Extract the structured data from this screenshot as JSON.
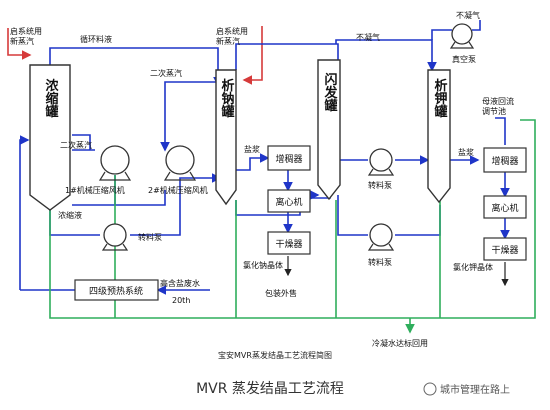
{
  "vessels": {
    "nongsuo": "浓缩罐",
    "xina": "析钠罐",
    "shanfa": "闪发罐",
    "xijia": "析钾罐"
  },
  "boxes": {
    "zengchouqi1": "增稠器",
    "lixinji1": "离心机",
    "ganzaoqi1": "干燥器",
    "zengchouqi2": "增稠器",
    "lixinji2": "离心机",
    "ganzaoqi2": "干燥器",
    "yure": "四级预热系统"
  },
  "labels": {
    "qixitong_left": "启系统用",
    "xinzhengqi_left": "新蒸汽",
    "xunhuan": "循环料液",
    "qixitong_mid": "启系统用",
    "xinzhengqi_mid": "新蒸汽",
    "erci_top": "二次蒸汽",
    "erci_left": "二次蒸汽",
    "fengji1": "1#机械压缩风机",
    "fengji2": "2#机械压缩风机",
    "nongsuoye": "浓缩液",
    "zhuanliao1": "转料泵",
    "yanjiang1": "盐浆",
    "zhuanliao2": "转料泵",
    "zhuanliao3": "转料泵",
    "buningqi_top": "不凝气",
    "buningqi_right": "不凝气",
    "zhenkongbeng": "真空泵",
    "muye1": "母液回流",
    "muye2": "调节池",
    "yanjiang2": "盐浆",
    "lvhuana": "氯化钠晶体",
    "baozhuang": "包装外售",
    "lvhuajia": "氯化钾晶体",
    "gaohan1": "高含盐废水",
    "gaohan2": "20th",
    "lengning": "冷凝水达标回用"
  },
  "caption": "宝安MVR蒸发结晶工艺流程简图",
  "title": "MVR 蒸发结晶工艺流程",
  "watermark": "城市管理在路上",
  "colors": {
    "blue": "#1f35c8",
    "green": "#2fae5c",
    "red": "#d63a3a",
    "vessel_stroke": "#333333"
  }
}
